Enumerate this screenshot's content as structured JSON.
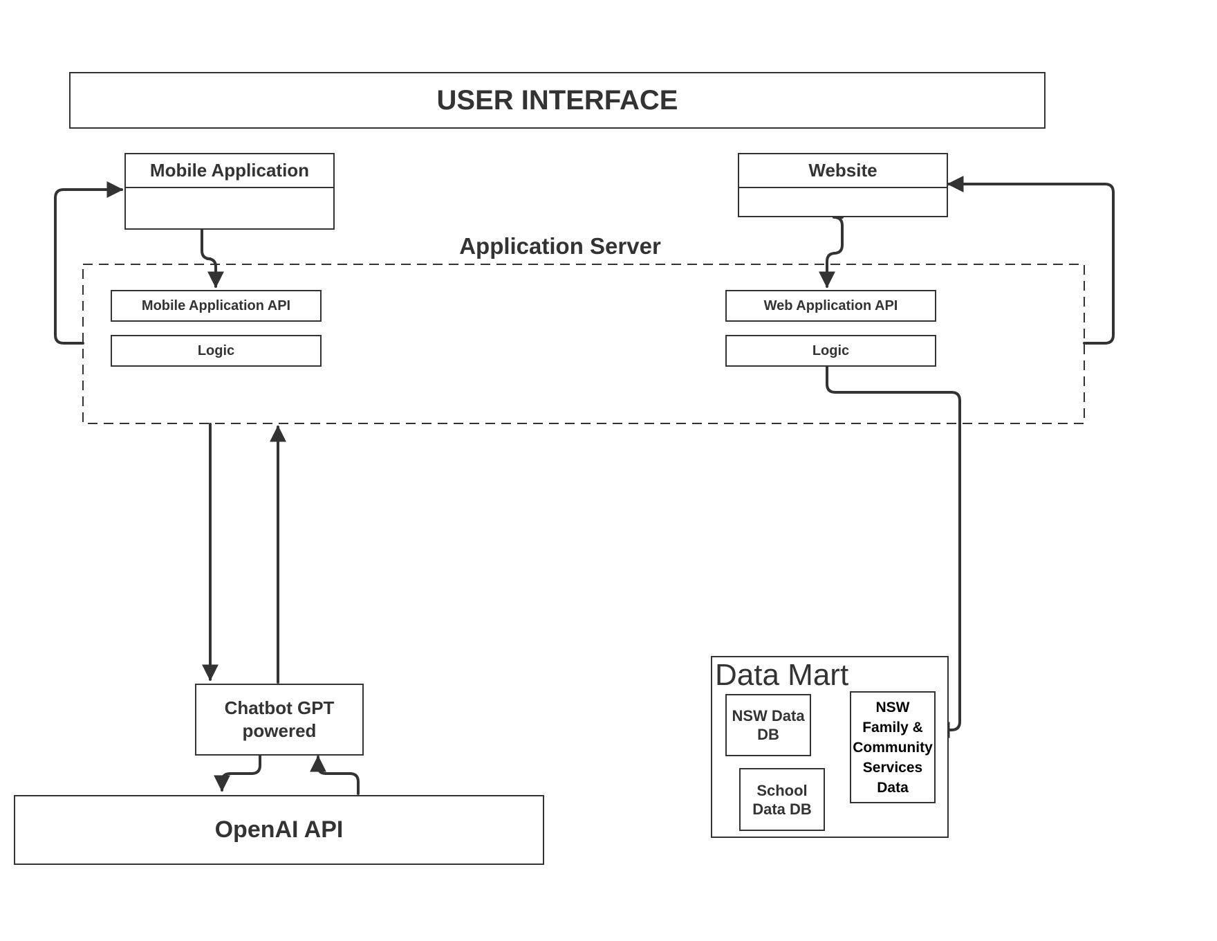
{
  "user_interface": {
    "title": "USER INTERFACE"
  },
  "mobile_application": {
    "title": "Mobile Application"
  },
  "website": {
    "title": "Website"
  },
  "application_server": {
    "title": "Application Server",
    "mobile_api": "Mobile Application API",
    "mobile_logic": "Logic",
    "web_api": "Web Application API",
    "web_logic": "Logic"
  },
  "chatbot": {
    "line1": "Chatbot GPT",
    "line2": "powered"
  },
  "openai": {
    "title": "OpenAI API"
  },
  "data_mart": {
    "title": "Data Mart",
    "nsw_data_db": {
      "line1": "NSW Data",
      "line2": "DB"
    },
    "school_data_db": {
      "line1": "School",
      "line2": "Data DB"
    },
    "nsw_family": {
      "line1": "NSW",
      "line2": "Family &",
      "line3": "Community",
      "line4": "Services",
      "line5": "Data"
    }
  },
  "colors": {
    "stroke": "#333333",
    "background": "#ffffff"
  }
}
